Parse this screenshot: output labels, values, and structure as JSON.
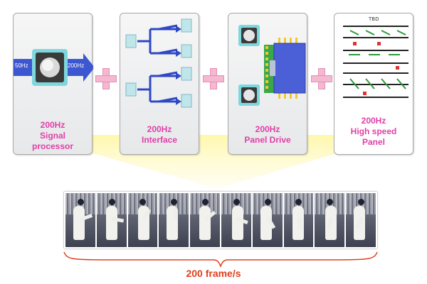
{
  "stages": [
    {
      "line1": "200Hz",
      "line2": "Signal",
      "line3": "processor",
      "input_label": "50Hz",
      "output_label": "200Hz"
    },
    {
      "line1": "200Hz",
      "line2": "Interface"
    },
    {
      "line1": "200Hz",
      "line2": "Panel Drive"
    },
    {
      "line1": "200Hz",
      "line2": "High speed",
      "line3": "Panel",
      "screen_label": "TBD"
    }
  ],
  "filmstrip": {
    "frame_count": 10,
    "caption": "200 frame/s"
  },
  "colors": {
    "stage_label": "#e040a8",
    "caption": "#e0401e",
    "plus_sign": "#f4b8d0",
    "arrow": "#2f48c4",
    "box": "#bfe6ea",
    "beam": "#fff6a0"
  }
}
